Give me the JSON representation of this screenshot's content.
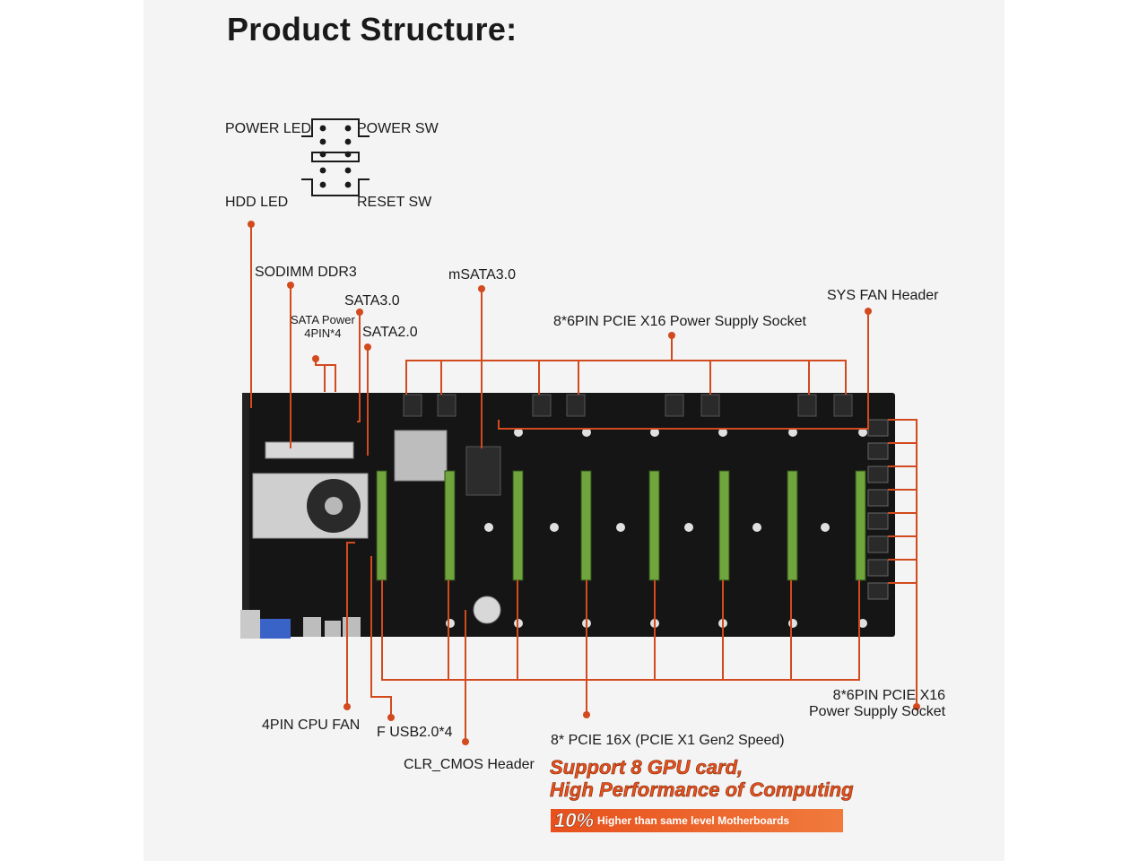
{
  "title": "Product Structure:",
  "front_panel": {
    "power_led": "POWER LED",
    "power_sw": "POWER SW",
    "hdd_led": "HDD  LED",
    "reset_sw": "RESET SW"
  },
  "labels": {
    "sodimm": "SODIMM DDR3",
    "sata3": "SATA3.0",
    "sata_power": "SATA Power\n4PIN*4",
    "sata2": "SATA2.0",
    "msata": "mSATA3.0",
    "pcie_power_top": "8*6PIN PCIE X16 Power Supply Socket",
    "sys_fan": "SYS FAN Header",
    "cpu_fan": "4PIN CPU FAN",
    "f_usb": "F USB2.0*4",
    "clr_cmos": "CLR_CMOS Header",
    "pcie_slots": "8* PCIE 16X (PCIE X1 Gen2 Speed)",
    "pcie_power_right": "8*6PIN PCIE X16\nPower Supply Socket"
  },
  "promo": {
    "line1": "Support 8 GPU card,",
    "line2": "High Performance of Computing",
    "percent": "10%",
    "tagline": "Higher than same level Motherboards"
  },
  "colors": {
    "leader_line": "#d24a1e",
    "board": "#151515",
    "slot_green": "#6fa53c",
    "promo_orange": "#e8501c",
    "background_panel": "#f4f4f4"
  }
}
